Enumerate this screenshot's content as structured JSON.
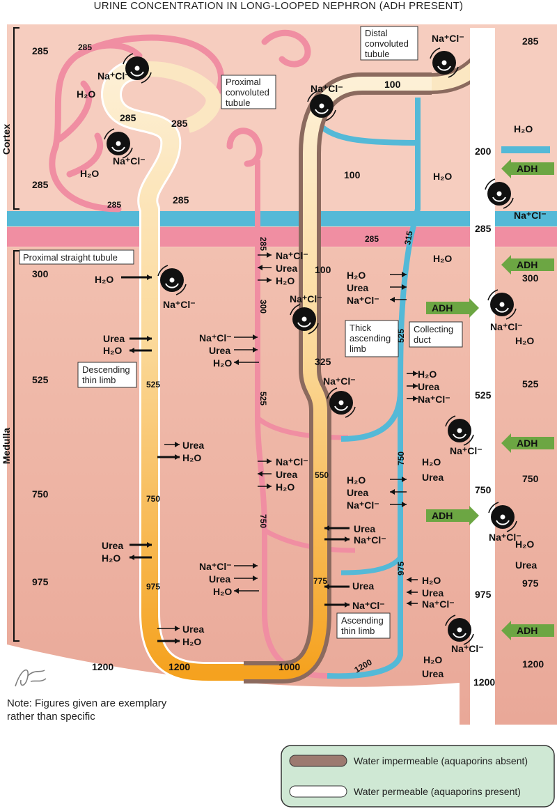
{
  "title": "URINE CONCENTRATION IN LONG-LOOPED NEPHRON (ADH PRESENT)",
  "regions": {
    "cortex": "Cortex",
    "medulla": "Medulla"
  },
  "labels": {
    "pct": [
      "Proximal",
      "convoluted",
      "tubule"
    ],
    "dct": [
      "Distal",
      "convoluted",
      "tubule"
    ],
    "pst": "Proximal straight tubule",
    "dtl": [
      "Descending",
      "thin limb"
    ],
    "tal": [
      "Thick",
      "ascending",
      "limb"
    ],
    "cd": [
      "Collecting",
      "duct"
    ],
    "atl": [
      "Ascending",
      "thin limb"
    ]
  },
  "osmolarity_side": [
    "285",
    "285",
    "300",
    "525",
    "750",
    "975",
    "1200"
  ],
  "osmolarity_right": [
    "285",
    "300",
    "525",
    "750",
    "975",
    "1200"
  ],
  "inner_values": {
    "pct": [
      "285",
      "285",
      "285",
      "285",
      "285",
      "285"
    ],
    "dct": [
      "100",
      "100",
      "200",
      "285",
      "315"
    ],
    "vr": [
      "285",
      "300",
      "525",
      "750"
    ],
    "dtl": [
      "525",
      "750",
      "975",
      "1200"
    ],
    "tal": [
      "100",
      "325",
      "550",
      "775",
      "1000"
    ],
    "cd": [
      "525",
      "750",
      "975",
      "1200"
    ],
    "vessel": [
      "285",
      "525",
      "750",
      "975",
      "1200"
    ]
  },
  "substances": {
    "nacl": "Na⁺Cl⁻",
    "h2o": "H₂O",
    "urea": "Urea"
  },
  "adh": "ADH",
  "note": "Note: Figures given are exemplary rather than specific",
  "signature": "F. Netter M.D.",
  "legend": [
    {
      "label": "Water impermeable (aquaporins absent)",
      "color": "#9c7a70"
    },
    {
      "label": "Water permeable (aquaporins present)",
      "color": "#ffffff"
    }
  ],
  "colors": {
    "cortex_bg": "#f4c7b8",
    "medulla_bg": "#efb9a8",
    "artery": "#f28da0",
    "vein": "#4db8d6",
    "tubule_light": "#fbe7c2",
    "tubule_deep": "#f5a623",
    "impermeable": "#8b6a5e",
    "adh": "#6ca643",
    "legend_bg": "#cfe8d4"
  }
}
